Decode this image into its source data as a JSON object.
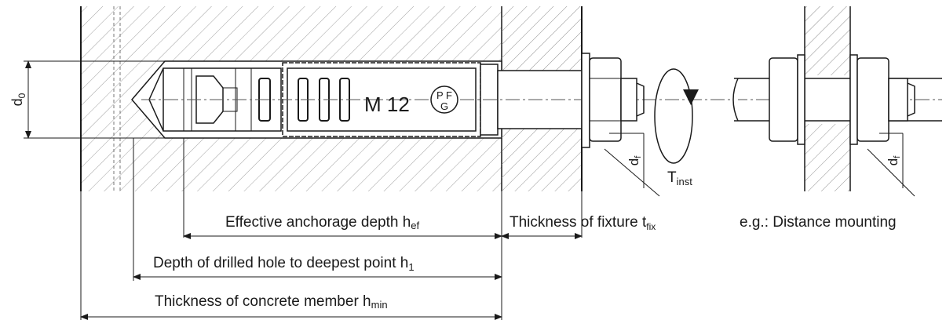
{
  "anchor": {
    "size_marking": "M 12",
    "stamp_top": "P F",
    "stamp_bottom": "G"
  },
  "labels": {
    "bore_diameter": {
      "main": "d",
      "sub": "0"
    },
    "clearance_hole_1": {
      "main": "d",
      "sub": "f"
    },
    "clearance_hole_2": {
      "main": "d",
      "sub": "f"
    },
    "torque": {
      "main": "T",
      "sub": "inst"
    }
  },
  "dimensions": {
    "effective_depth": {
      "text": "Effective anchorage depth h",
      "sub": "ef"
    },
    "fixture_thickness": {
      "text": "Thickness of fixture t",
      "sub": "fix"
    },
    "drilled_hole_depth": {
      "text": "Depth of drilled hole to deepest point h",
      "sub": "1"
    },
    "member_thickness": {
      "text": "Thickness of concrete member h",
      "sub": "min"
    }
  },
  "captions": {
    "distance_mounting": "e.g.: Distance mounting"
  },
  "colors": {
    "line": "#1a1a1a",
    "hatch": "#9a9a9a"
  }
}
